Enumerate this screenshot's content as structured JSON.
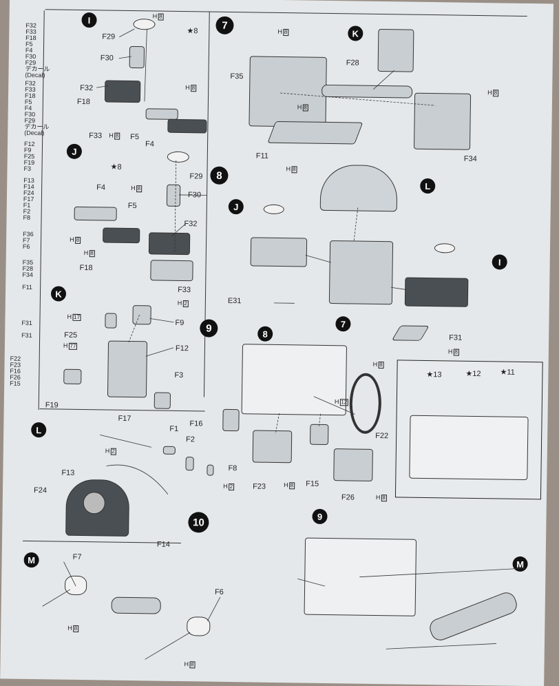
{
  "sidebar": [
    {
      "head": "",
      "items": [
        "F32",
        "F33",
        "F18",
        "F5",
        "F4",
        "F30",
        "F29",
        "デカール",
        "(Decal)"
      ]
    },
    {
      "head": "",
      "items": [
        "F32",
        "F33",
        "F18",
        "F5",
        "F4",
        "F30",
        "F29",
        "デカール",
        "(Decal)"
      ]
    },
    {
      "head": "",
      "items": [
        "F12",
        "F9",
        "F25",
        "F19",
        "F3"
      ]
    },
    {
      "head": "",
      "items": [
        "F13",
        "F14",
        "F24",
        "F17",
        "F1",
        "F2",
        "F8"
      ]
    },
    {
      "head": "",
      "items": [
        "F36",
        "F7",
        "F6"
      ]
    },
    {
      "head": "",
      "items": [
        "F35",
        "F28",
        "F34",
        "",
        "F11"
      ]
    },
    {
      "head": "",
      "items": [
        "",
        "",
        "",
        "F31",
        "",
        "F31"
      ]
    },
    {
      "head": "",
      "items": [
        "",
        "F22",
        "F23",
        "F16",
        "F26",
        "F15"
      ]
    }
  ],
  "steps": {
    "I": "I",
    "J": "J",
    "K": "K",
    "L": "L",
    "M": "M",
    "s7": "7",
    "s8": "8",
    "s9": "9",
    "s10": "10"
  },
  "labels": {
    "F29a": "F29",
    "F30a": "F30",
    "F32a": "F32",
    "F18a": "F18",
    "F33a": "F33",
    "F5a": "F5",
    "F4a": "F4",
    "F29b": "F29",
    "F30b": "F30",
    "F4b": "F4",
    "F5b": "F5",
    "F32b": "F32",
    "F18b": "F18",
    "F33b": "F33",
    "F9": "F9",
    "F25": "F25",
    "F12": "F12",
    "F3": "F3",
    "F19": "F19",
    "F17": "F17",
    "F1": "F1",
    "F2": "F2",
    "F8": "F8",
    "F13": "F13",
    "F24": "F24",
    "F14": "F14",
    "F7": "F7",
    "F6": "F6",
    "F35": "F35",
    "F28": "F28",
    "F11": "F11",
    "F34": "F34",
    "E31": "E31",
    "F31": "F31",
    "F16": "F16",
    "F22": "F22",
    "F23": "F23",
    "F15": "F15",
    "F26": "F26"
  },
  "h": {
    "H8": "H",
    "n8": "8",
    "n2": "2",
    "n17": "17",
    "n77": "77",
    "n12": "12"
  },
  "stars": {
    "s8": "8",
    "s13": "13",
    "s12": "12",
    "s11": "11"
  }
}
